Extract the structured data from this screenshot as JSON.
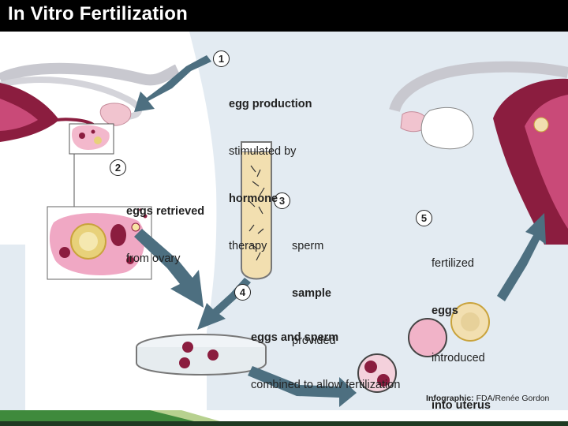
{
  "title": "In Vitro Fertilization",
  "steps": [
    {
      "number": "1",
      "lines": [
        "egg production",
        "stimulated by",
        "hormone",
        "therapy"
      ]
    },
    {
      "number": "2",
      "lines": [
        "eggs retrieved",
        "from ovary"
      ]
    },
    {
      "number": "3",
      "lines": [
        "sperm",
        "sample",
        "provided"
      ]
    },
    {
      "number": "4",
      "lines": [
        "eggs and sperm",
        "combined to allow fertilization"
      ]
    },
    {
      "number": "5",
      "lines": [
        "fertilized",
        "eggs",
        "introduced",
        "into uterus"
      ]
    }
  ],
  "credit": {
    "prefix": "Infographic:",
    "text": "FDA/Renée Gordon"
  },
  "colors": {
    "title_bar": "#000000",
    "background": "#e3ebf2",
    "body": "#ffffff",
    "uterus": "#8b1d3f",
    "arrow": "#4d6f80",
    "tube_fill": "#f2dfb0"
  }
}
